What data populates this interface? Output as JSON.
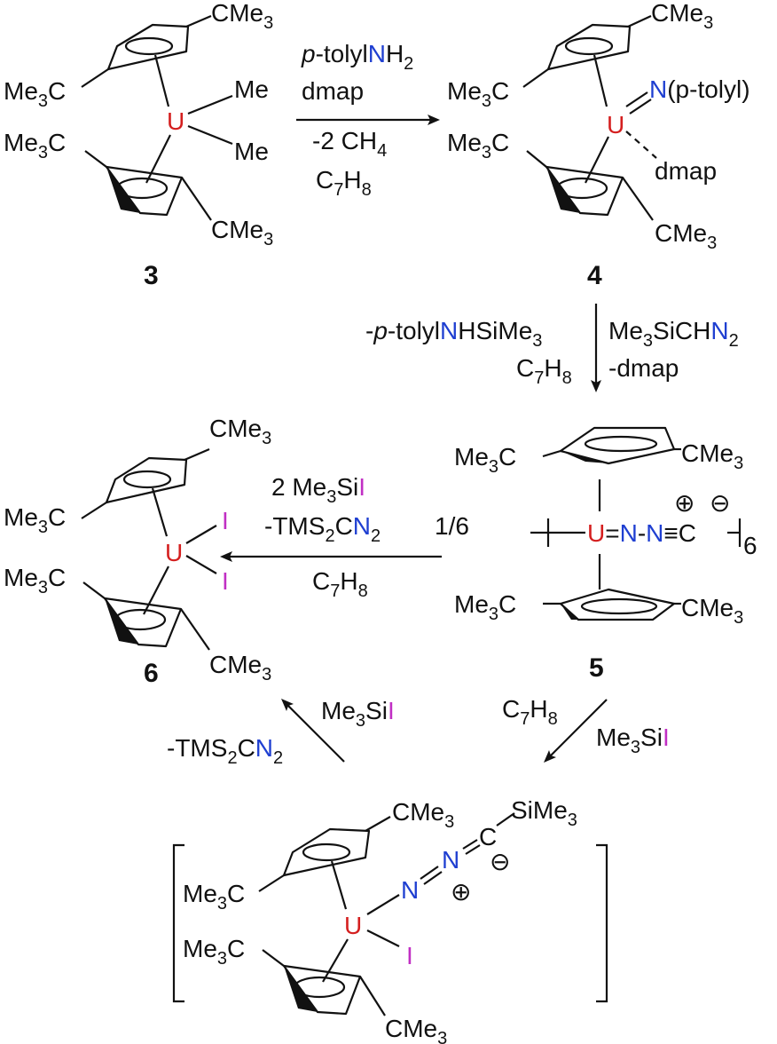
{
  "colors": {
    "text": "#111111",
    "uranium": "#d41f1f",
    "nitrogen": "#1f3fd1",
    "iodine": "#c12fc4"
  },
  "labels": {
    "c3": "3",
    "c4": "4",
    "c5": "5",
    "c6": "6"
  },
  "groups": {
    "cme3": "CMe",
    "me3c": "Me",
    "c_tail": "C",
    "sub3": "3",
    "me": "Me",
    "dmap": "dmap",
    "mult6": "6"
  },
  "atoms": {
    "u": "U",
    "n": "N",
    "c": "C",
    "i": "I",
    "plus": "⊕",
    "minus": "⊖",
    "eq_n": "=N",
    "eq": "=",
    "tri": "≡",
    "dash": "-"
  },
  "compound4": {
    "ptolyl": "(p-tolyl)"
  },
  "intermediate": {
    "simethyl": "SiMe"
  },
  "step1": {
    "ptolyl": "p",
    "tolyl": "-tolyl",
    "n": "N",
    "h2": "H",
    "sub2": "2",
    "dmap": "dmap",
    "ch4": "-2 CH",
    "sub4": "4",
    "toluene_c": "C",
    "sub7": "7",
    "toluene_h": "H",
    "sub8": "8"
  },
  "step2": {
    "ptolyl_prefix": "-",
    "ptolyl": "p",
    "tolyl": "-tolyl",
    "n": "N",
    "nh_rest": "HSiMe",
    "sub3": "3",
    "toluene_c": "C",
    "sub7": "7",
    "toluene_h": "H",
    "sub8": "8",
    "tmsdiazo_a": "Me",
    "tmsdiazo_b": "SiCH",
    "tmsdiazo_n": "N",
    "sub2": "2",
    "dmap": "-dmap"
  },
  "step3": {
    "two": "2 Me",
    "sub3": "3",
    "si": "Si",
    "i": "I",
    "tms": "-TMS",
    "sub2": "2",
    "c": "C",
    "n": "N",
    "sub2b": "2",
    "fraction": "1/6",
    "toluene_c": "C",
    "sub7": "7",
    "toluene_h": "H",
    "sub8": "8"
  },
  "step4": {
    "toluene_c": "C",
    "sub7": "7",
    "toluene_h": "H",
    "sub8": "8",
    "me": "Me",
    "sub3": "3",
    "si": "Si",
    "i": "I"
  },
  "step5": {
    "me": "Me",
    "sub3": "3",
    "si": "Si",
    "i": "I",
    "tms": "-TMS",
    "sub2": "2",
    "c": "C",
    "n": "N",
    "sub2b": "2"
  }
}
